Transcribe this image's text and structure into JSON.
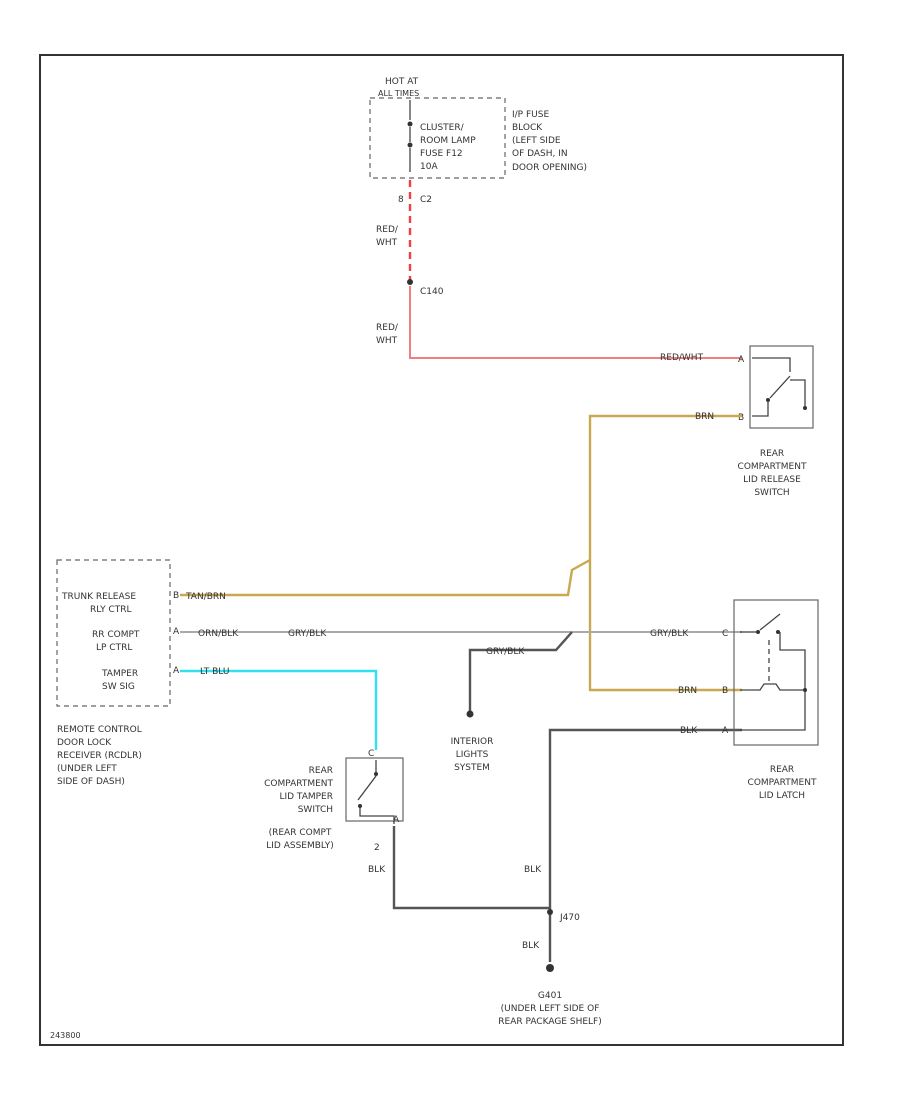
{
  "fuse_block": {
    "hot_at": "HOT AT",
    "hot_at_2": "ALL TIMES",
    "fuse": [
      "CLUSTER/",
      "ROOM LAMP",
      "FUSE F12",
      "10A"
    ],
    "location": [
      "I/P FUSE",
      "BLOCK",
      "(LEFT SIDE",
      "OF DASH, IN",
      "DOOR OPENING)"
    ],
    "pin_left": "8",
    "pin_right": "C2"
  },
  "wires": {
    "red_wht_1": [
      "RED/",
      "WHT"
    ],
    "splice_c": "C140",
    "red_wht_2": [
      "RED/",
      "WHT"
    ],
    "red_wht_3": "RED/WHT",
    "brn_top": "BRN",
    "tan_brn": "TAN/BRN",
    "orn_blk": "ORN/BLK",
    "gry_blk_1": "GRY/BLK",
    "gry_blk_2": "GRY/BLK",
    "gry_blk_3": "GRY/BLK",
    "lt_blu": "LT BLU",
    "brn_latch": "BRN",
    "blk_latch": "BLK",
    "blk_tamper": "BLK",
    "blk_vert": "BLK",
    "splice_j": "J470",
    "blk_ground": "BLK"
  },
  "release_switch": {
    "label": [
      "REAR",
      "COMPARTMENT",
      "LID RELEASE",
      "SWITCH"
    ],
    "pin_top": "A",
    "pin_bottom": "B"
  },
  "receiver": {
    "rows": [
      [
        "TRUNK RELEASE",
        "RLY CTRL"
      ],
      [
        "RR COMPT",
        "LP CTRL"
      ],
      [
        "TAMPER",
        "SW SIG"
      ]
    ],
    "pins": [
      "B",
      "A",
      "A"
    ],
    "label": [
      "REMOTE CONTROL",
      "DOOR LOCK",
      "RECEIVER (RCDLR)",
      "(UNDER LEFT",
      "SIDE OF DASH)"
    ]
  },
  "interior": [
    "INTERIOR",
    "LIGHTS",
    "SYSTEM"
  ],
  "tamper_switch": {
    "label": [
      "REAR",
      "COMPARTMENT",
      "LID TAMPER",
      "SWITCH"
    ],
    "assembly": [
      "(REAR COMPT",
      "LID ASSEMBLY)"
    ],
    "pin_top": "C",
    "pin_bottom": "A",
    "pin_num": "2"
  },
  "latch": {
    "label": [
      "REAR",
      "COMPARTMENT",
      "LID LATCH"
    ],
    "pins": [
      "C",
      "B",
      "A"
    ]
  },
  "ground": {
    "name": "G401",
    "location": [
      "(UNDER LEFT SIDE OF",
      "REAR PACKAGE SHELF)"
    ]
  },
  "footer_code": "243800"
}
